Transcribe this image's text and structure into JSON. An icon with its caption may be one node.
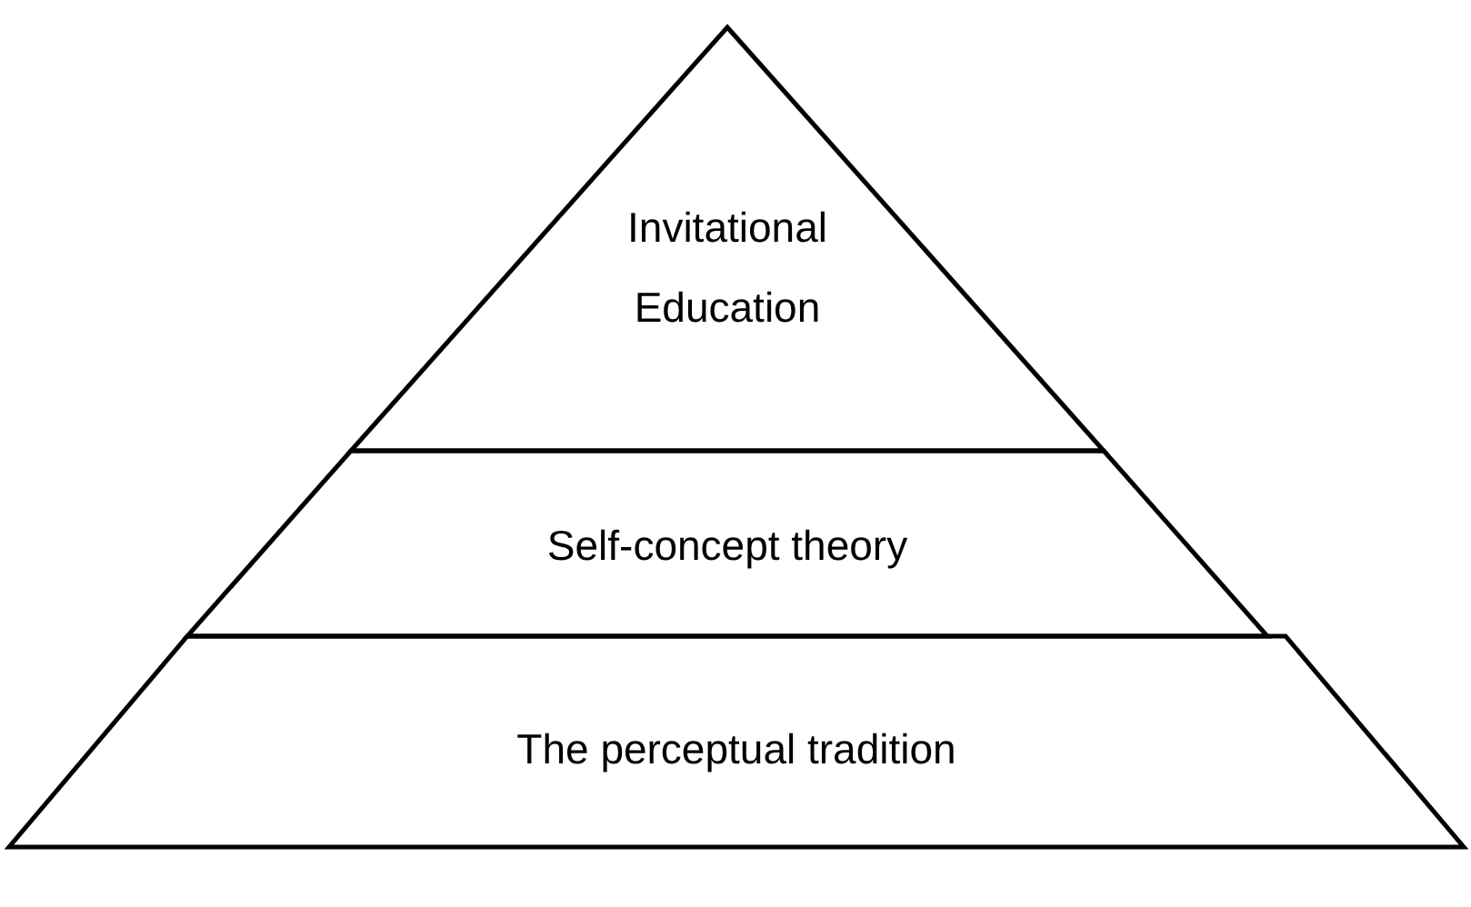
{
  "diagram": {
    "nodes": [
      {
        "text": [
          "Invitational Education"
        ]
      },
      {
        "text": [
          "Self-concept theory"
        ]
      },
      {
        "text": [
          "The perceptual tradition"
        ]
      }
    ]
  }
}
